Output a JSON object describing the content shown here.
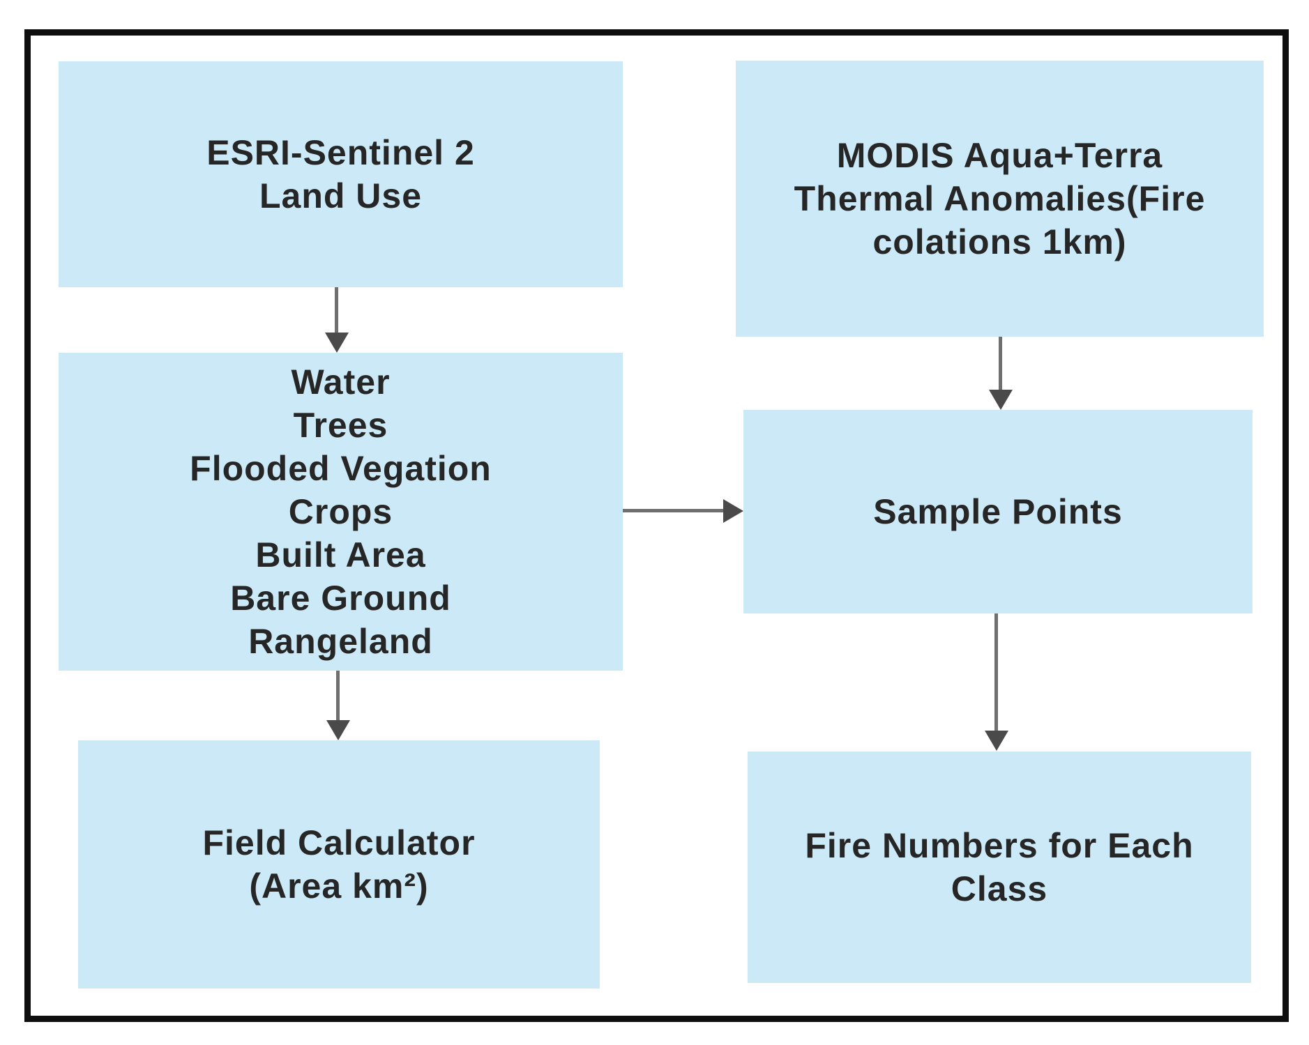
{
  "diagram": {
    "type": "flowchart",
    "nodes": {
      "esri_sentinel": {
        "lines": [
          "ESRI-Sentinel 2",
          "Land Use"
        ]
      },
      "modis": {
        "lines": [
          "MODIS Aqua+Terra",
          "Thermal Anomalies(Fire",
          "colations 1km)"
        ]
      },
      "land_classes": {
        "lines": [
          "Water",
          "Trees",
          "Flooded Vegation",
          "Crops",
          "Built Area",
          "Bare Ground",
          "Rangeland"
        ]
      },
      "sample_points": {
        "lines": [
          "Sample Points"
        ]
      },
      "field_calculator": {
        "lines": [
          "Field Calculator",
          "(Area km²)"
        ]
      },
      "fire_numbers": {
        "lines": [
          "Fire Numbers for Each",
          "Class"
        ]
      }
    },
    "edges": [
      {
        "from": "esri_sentinel",
        "to": "land_classes",
        "direction": "down"
      },
      {
        "from": "modis",
        "to": "sample_points",
        "direction": "down"
      },
      {
        "from": "land_classes",
        "to": "sample_points",
        "direction": "right"
      },
      {
        "from": "land_classes",
        "to": "field_calculator",
        "direction": "down"
      },
      {
        "from": "sample_points",
        "to": "fire_numbers",
        "direction": "down"
      }
    ],
    "colors": {
      "box_fill": "#cbe9f6",
      "arrow_line": "#6f6f6f",
      "arrow_head": "#4a4a4a",
      "frame_border": "#0e0e0e",
      "text": "#262626",
      "background": "#ffffff"
    }
  }
}
